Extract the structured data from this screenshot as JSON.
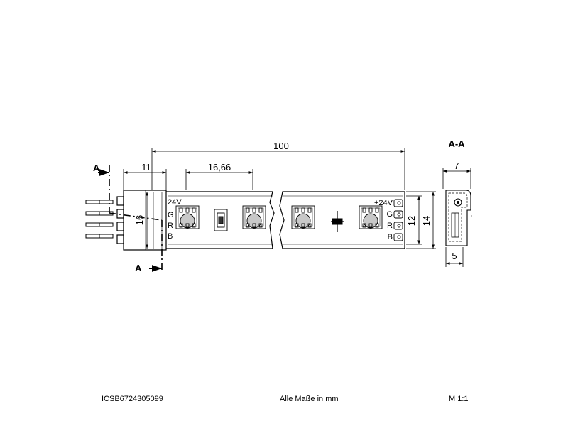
{
  "dimensions": {
    "total_length": "100",
    "connector_length": "11",
    "led_pitch": "16,66",
    "connector_height": "16",
    "strip_width": "12",
    "profile_height": "14",
    "section_width": "7",
    "section_depth": "5"
  },
  "section": {
    "cut_marker_top": "A",
    "cut_marker_bottom": "A",
    "view_title": "A-A"
  },
  "pins_left": [
    "24V",
    "G",
    "R",
    "B"
  ],
  "pins_right": [
    "+24V",
    "G",
    "R",
    "B"
  ],
  "footer": {
    "article_number": "ICSB6724305099",
    "units_note": "Alle Maße in mm",
    "scale": "M 1:1"
  }
}
